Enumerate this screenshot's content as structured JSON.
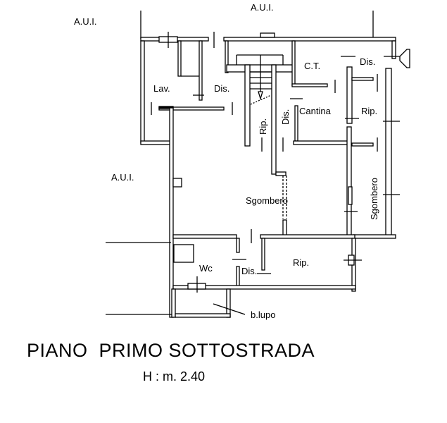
{
  "plan": {
    "title": "PIANO  PRIMO SOTTOSTRADA",
    "height_label": "H : m. 2.40",
    "labels": {
      "aui_1": "A.U.I.",
      "aui_2": "A.U.I.",
      "aui_3": "A.U.I.",
      "lav": "Lav.",
      "dis_1": "Dis.",
      "ct": "C.T.",
      "dis_2": "Dis.",
      "rip_1": "Rip.",
      "dis_3": "Dis.",
      "cantina": "Cantina",
      "rip_2": "Rip.",
      "sgombero_1": "Sgombero",
      "sgombero_2": "Sgombero",
      "wc": "Wc",
      "dis_4": "Dis.",
      "rip_3": "Rip.",
      "blupo": "b.lupo"
    }
  }
}
